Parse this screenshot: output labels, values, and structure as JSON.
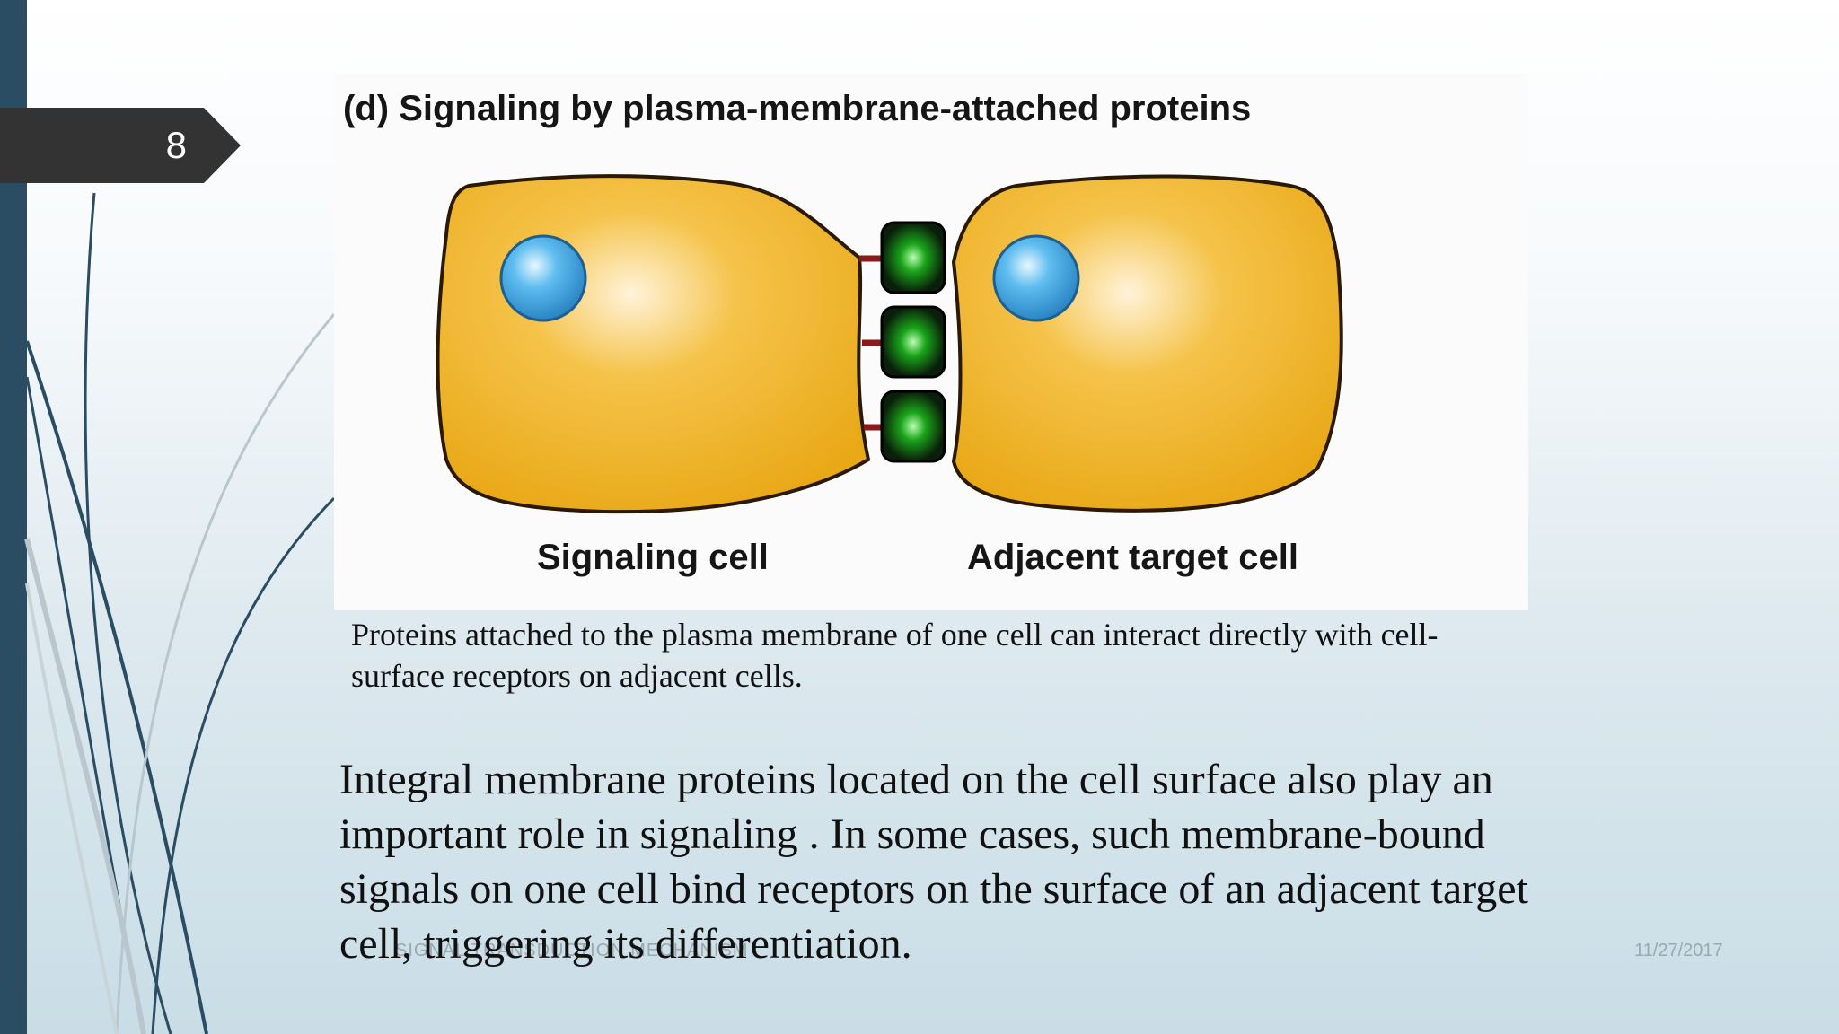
{
  "slide": {
    "number": "8",
    "accent_color": "#2a4d63",
    "tab_color": "#333333"
  },
  "figure": {
    "title": "(d) Signaling by plasma-membrane-attached proteins",
    "label_signaling_cell": "Signaling cell",
    "label_target_cell": "Adjacent target cell",
    "cell_color": "#f0b21f",
    "nucleus_color": "#3ea3df",
    "protein_color": "#1aa41a"
  },
  "caption": "Proteins attached to the plasma membrane of one cell can interact directly with cell-surface receptors on adjacent cells.",
  "body": "Integral membrane proteins located on the cell surface also play an important role in signaling . In some cases, such membrane-bound signals on one cell bind receptors on the surface of an adjacent target cell, triggering its differentiation.",
  "footer": {
    "left_text": "SIGNAL TRANSDUCTION MECHANISM",
    "date": "11/27/2017"
  }
}
